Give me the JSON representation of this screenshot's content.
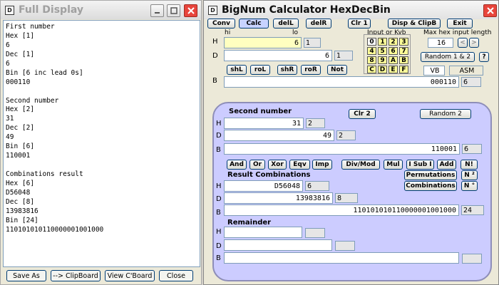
{
  "left": {
    "title": "Full Display",
    "lines": [
      "First number",
      "Hex [1]",
      "6",
      "Dec [1]",
      "6",
      "Bin [6 inc lead 0s]",
      "000110",
      "",
      "Second number",
      "Hex [2]",
      "31",
      "Dec [2]",
      "49",
      "Bin [6]",
      "110001",
      "",
      "Combinations result",
      "Hex [6]",
      "D56048",
      "Dec [8]",
      "13983816",
      "Bin [24]",
      "110101010110000001001000"
    ],
    "buttons": {
      "save_as": "Save As",
      "to_clipboard": "--> ClipBoard",
      "view_cboard": "View C'Board",
      "close": "Close"
    }
  },
  "right": {
    "title": "BigNum Calculator  HexDecBin",
    "menu": {
      "conv": "Conv",
      "calc": "Calc",
      "dell": "delL",
      "delr": "delR",
      "clr1": "Clr 1",
      "disp_clip": "Disp & ClipB",
      "exit": "Exit"
    },
    "first": {
      "hi": "hi",
      "lo": "lo",
      "h_label": "H",
      "h_value": "6",
      "h_count": "1",
      "d_label": "D",
      "d_value": "6",
      "d_count": "1",
      "b_label": "B",
      "b_value": "000110",
      "b_count": "6"
    },
    "shift_buttons": {
      "shl": "shL",
      "rol": "roL",
      "shr": "shR",
      "ror": "roR",
      "not": "Not"
    },
    "keypad": {
      "label": "Input or Kyb",
      "keys": [
        "0",
        "1",
        "2",
        "3",
        "4",
        "5",
        "6",
        "7",
        "8",
        "9",
        "A",
        "B",
        "C",
        "D",
        "E",
        "F"
      ]
    },
    "max_hex": {
      "label": "Max hex input length",
      "value": "16",
      "left_arrow": "<",
      "right_arrow": ">"
    },
    "random12": "Random 1 & 2",
    "help": "?",
    "vb": "VB",
    "asm": "ASM",
    "second": {
      "title": "Second number",
      "clr2": "Clr 2",
      "random2": "Random 2",
      "h_label": "H",
      "h_value": "31",
      "h_count": "2",
      "d_label": "D",
      "d_value": "49",
      "d_count": "2",
      "b_label": "B",
      "b_value": "110001",
      "b_count": "6"
    },
    "ops": {
      "and": "And",
      "or": "Or",
      "xor": "Xor",
      "eqv": "Eqv",
      "imp": "Imp",
      "divmod": "Div/Mod",
      "mul": "Mul",
      "sub": "I Sub I",
      "add": "Add",
      "fact": "N!"
    },
    "result": {
      "title": "Result Combinations",
      "permutations": "Permutations",
      "combinations": "Combinations",
      "npow2": "N ²",
      "ndeg": "N °",
      "h_label": "H",
      "h_value": "D56048",
      "h_count": "6",
      "d_label": "D",
      "d_value": "13983816",
      "d_count": "8",
      "b_label": "B",
      "b_value": "110101010110000001001000",
      "b_count": "24"
    },
    "remainder": {
      "title": "Remainder",
      "h_label": "H",
      "d_label": "D",
      "b_label": "B"
    }
  },
  "colors": {
    "close_red": "#e8453c",
    "panel_blue": "#ccccff",
    "yellow_field": "#ffffc0"
  }
}
